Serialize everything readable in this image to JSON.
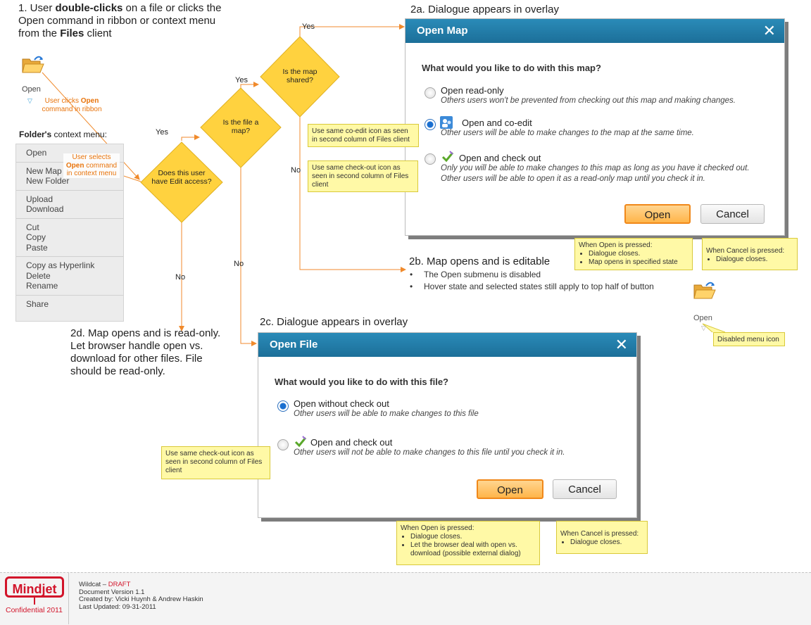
{
  "intro": {
    "pre": "1. User ",
    "bold1": "double-clicks",
    "mid": " on a file or clicks the Open command in ribbon or context menu from the ",
    "bold2": "Files",
    "post": " client"
  },
  "ribbon_icon_label": "Open",
  "ribbon_note": {
    "pre": "User clicks ",
    "bold": "Open",
    "post": "command in ribbon"
  },
  "folder_menu": {
    "heading_bold": "Folder's",
    "heading_rest": " context menu:",
    "groups": [
      [
        "Open"
      ],
      [
        "New Map",
        "New Folder"
      ],
      [
        "Upload",
        "Download"
      ],
      [
        "Cut",
        "Copy",
        "Paste"
      ],
      [
        "Copy as Hyperlink",
        "Delete",
        "Rename"
      ],
      [
        "Share"
      ]
    ]
  },
  "menu_note": {
    "pre": "User selects",
    "bold": "Open",
    "post": " command in context menu"
  },
  "decisions": {
    "edit": "Does this user have Edit access?",
    "is_map": "Is the file a map?",
    "shared": "Is the map shared?"
  },
  "flow_labels": {
    "yes": "Yes",
    "no": "No"
  },
  "step_2a": "2a. Dialogue appears in overlay",
  "step_2b": "2b. Map opens and is editable",
  "step_2b_bullets": [
    "The Open submenu is disabled",
    "Hover state and selected states still apply to top half of button"
  ],
  "step_2c": "2c. Dialogue appears in overlay",
  "step_2d": "2d. Map opens and is read-only. Let browser handle open vs. download for other files. File should be read-only.",
  "open_map_dialog": {
    "title": "Open Map",
    "question": "What would you like to do with this map?",
    "options": [
      {
        "label": "Open read-only",
        "desc": "Others users won't be prevented from checking out this map and making changes."
      },
      {
        "label": "Open and co-edit",
        "desc": "Other users will be able to make changes to the map at the same time."
      },
      {
        "label": "Open and check out",
        "desc": "Only you will be able to make changes to this map as long as you have it checked out.",
        "desc2": "Other users will be able to open it as a read-only map until you check it in."
      }
    ],
    "open_button": "Open",
    "cancel_button": "Cancel"
  },
  "open_file_dialog": {
    "title": "Open File",
    "question": "What would you like to do with this file?",
    "options": [
      {
        "label": "Open without check out",
        "desc": "Other users will be able to make changes to this file"
      },
      {
        "label": "Open and check out",
        "desc": "Other users will not be able to make changes to this file until you check it in."
      }
    ],
    "open_button": "Open",
    "cancel_button": "Cancel"
  },
  "notes": {
    "coedit_icon": "Use same co-edit icon as seen in second column of Files client",
    "checkout_icon": "Use same check-out icon as seen in second column of Files client",
    "checkout_icon_2": "Use same check-out icon as seen in second column of Files client",
    "map_open_title": "When Open is pressed:",
    "map_open_items": [
      "Dialogue closes.",
      "Map opens in specified state"
    ],
    "map_cancel_title": "When Cancel is pressed:",
    "map_cancel_items": [
      "Dialogue closes."
    ],
    "file_open_title": "When Open is pressed:",
    "file_open_items": [
      "Dialogue closes.",
      "Let the browser deal with open vs. download (possible external dialog)"
    ],
    "file_cancel_title": "When Cancel is pressed:",
    "file_cancel_items": [
      "Dialogue closes."
    ],
    "disabled_icon": "Disabled menu icon"
  },
  "disabled_icon_label": "Open",
  "footer": {
    "logo": "Mindjet",
    "confidential": "Confidential 2011",
    "project": "Wildcat – ",
    "draft": "DRAFT",
    "version": "Document Version 1.1",
    "created": "Created by: Vicki Huynh & Andrew Haskin",
    "updated": "Last Updated: 09-31-2011"
  },
  "colors": {
    "accent": "#1f7aa8",
    "connector": "#f08a2c",
    "decision": "#ffd23f",
    "note": "#fff9a6",
    "brand": "#d2142a"
  }
}
